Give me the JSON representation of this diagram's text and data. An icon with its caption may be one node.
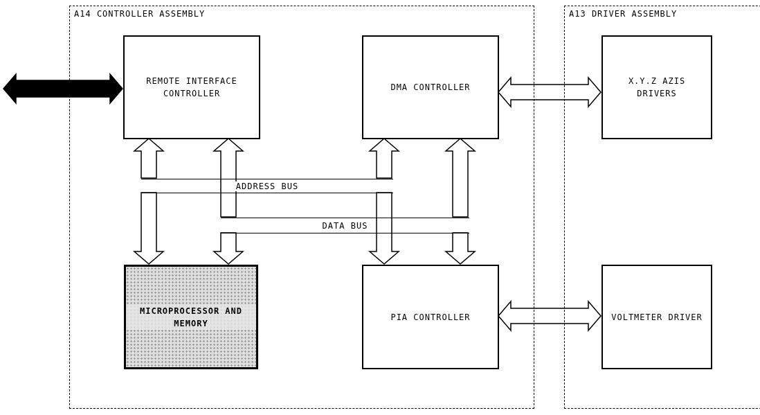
{
  "diagram": {
    "nodes": [
      {
        "text": [
          "A14 CONTROLLER ASSEMBLY"
        ]
      },
      {
        "text": [
          "REMOTE INTERFACE CONTROLLER"
        ],
        "in": 0
      },
      {
        "text": [
          "DMA CONTROLLER"
        ],
        "in": 0
      },
      {
        "text": [
          "ADDRESS BUS"
        ],
        "in": 0
      },
      {
        "text": [
          "DATA BUS"
        ],
        "in": 0
      },
      {
        "text": [
          "MICROPROCESSOR AND MEMORY"
        ],
        "in": 0
      },
      {
        "text": [
          "PIA CONTROLLER"
        ],
        "in": 0
      },
      {
        "text": [
          "A13 DRIVER ASSEMBLY"
        ]
      },
      {
        "text": [
          "X.Y.Z AZIS DRIVERS"
        ],
        "in": 7
      },
      {
        "text": [
          "VOLTMETER DRIVER"
        ],
        "in": 7
      }
    ],
    "edges": [
      {
        "from": null,
        "to": 1,
        "arrow": "both",
        "style": "thick"
      },
      {
        "from": 2,
        "to": 8,
        "arrow": "both"
      },
      {
        "from": 3,
        "to": 1,
        "arrow": "to"
      },
      {
        "from": 4,
        "to": 1,
        "arrow": "to"
      },
      {
        "from": 3,
        "to": 2,
        "arrow": "to"
      },
      {
        "from": 4,
        "to": 2,
        "arrow": "to"
      },
      {
        "from": 3,
        "to": 5,
        "arrow": "to"
      },
      {
        "from": 4,
        "to": 5,
        "arrow": "to"
      },
      {
        "from": 3,
        "to": 6,
        "arrow": "to"
      },
      {
        "from": 4,
        "to": 6,
        "arrow": "to"
      },
      {
        "from": 6,
        "to": 9,
        "arrow": "both"
      }
    ]
  }
}
